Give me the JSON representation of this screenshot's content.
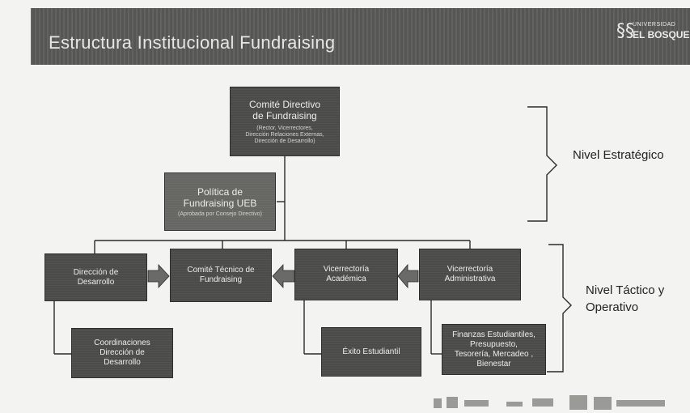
{
  "header": {
    "title": "Estructura Institucional Fundraising",
    "logo_small": "UNIVERSIDAD",
    "logo_big": "EL BOSQUE",
    "logo_mark": "§§"
  },
  "nodes": {
    "comite_directivo": {
      "title_line1": "Comité Directivo",
      "title_line2": "de Fundraising",
      "detail1": "(Rector, Vicerrectores,",
      "detail2": "Dirección Relaciones Externas,",
      "detail3": "Dirección de Desarrollo)"
    },
    "politica": {
      "title_line1": "Política de",
      "title_line2": "Fundraising UEB",
      "detail1": "(Aprobada por Consejo Directivo)"
    },
    "direccion_desarrollo": {
      "line1": "Dirección de",
      "line2": "Desarrollo"
    },
    "comite_tecnico": {
      "line1": "Comité Técnico de",
      "line2": "Fundraising"
    },
    "vice_academica": {
      "line1": "Vicerrectoría",
      "line2": "Académica"
    },
    "vice_administrativa": {
      "line1": "Vicerrectoría",
      "line2": "Administrativa"
    },
    "coordinaciones": {
      "line1": "Coordinaciones",
      "line2": "Dirección de",
      "line3": "Desarrollo"
    },
    "exito": {
      "line1": "Éxito Estudiantil"
    },
    "finanzas": {
      "line1": "Finanzas Estudiantiles,",
      "line2": "Presupuesto,",
      "line3": "Tesorería, Mercadeo ,",
      "line4": "Bienestar"
    }
  },
  "levels": {
    "estrategico": "Nivel Estratégico",
    "tactico_line1": "Nivel Táctico y",
    "tactico_line2": "Operativo"
  },
  "colors": {
    "box": "#4b4b49",
    "banner": "#5a5a57",
    "line": "#2a2a2a"
  }
}
